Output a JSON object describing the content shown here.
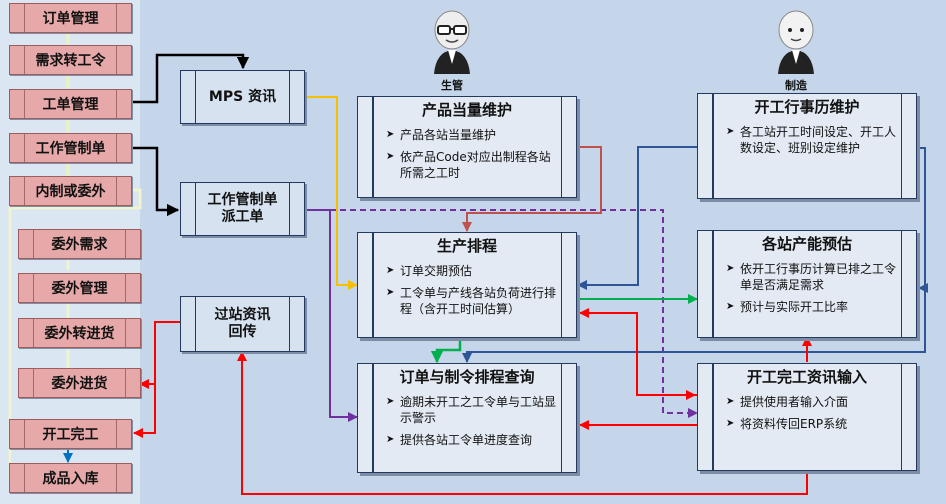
{
  "left_column": {
    "items": [
      {
        "key": "dingdan",
        "label": "订单管理"
      },
      {
        "key": "xuqiu",
        "label": "需求转工令"
      },
      {
        "key": "gongdan",
        "label": "工单管理"
      },
      {
        "key": "gongzuo",
        "label": "工作管制单"
      },
      {
        "key": "neizhi",
        "label": "内制或委外"
      },
      {
        "key": "weiwaixuqiu",
        "label": "委外需求"
      },
      {
        "key": "weiwaiguanli",
        "label": "委外管理"
      },
      {
        "key": "weiwaizhuan",
        "label": "委外转进货"
      },
      {
        "key": "weiwaijinhuo",
        "label": "委外进货"
      },
      {
        "key": "kaigong",
        "label": "开工完工"
      },
      {
        "key": "chengpin",
        "label": "成品入库"
      }
    ]
  },
  "process_boxes": {
    "mps": "MPS 资讯",
    "paigong": "工作管制单\n派工单",
    "guozhan": "过站资讯\n回传"
  },
  "roles": {
    "shengguan": "生管",
    "zhizao": "制造"
  },
  "modules": {
    "chanpin": {
      "title": "产品当量维护",
      "items": [
        "产品各站当量维护",
        "依产品Code对应出制程各站所需之工时"
      ]
    },
    "shengchan": {
      "title": "生产排程",
      "items": [
        "订单交期预估",
        "工令单与产线各站负荷进行排程（含开工时间估算）"
      ]
    },
    "dingdan": {
      "title": "订单与制令排程查询",
      "items": [
        "逾期未开工之工令单与工站显示警示",
        "提供各站工令单进度查询"
      ]
    },
    "xingshili": {
      "title": "开工行事历维护",
      "items": [
        "各工站开工时间设定、开工人数设定、班别设定维护"
      ]
    },
    "channeng": {
      "title": "各站产能预估",
      "items": [
        "依开工行事历计算已排之工令单是否满足需求",
        "预计与实际开工比率"
      ]
    },
    "shuru": {
      "title": "开工完工资讯输入",
      "items": [
        "提供使用者输入介面",
        "将资料传回ERP系统"
      ]
    }
  },
  "colors": {
    "left_bg": "#dbe6f3",
    "right_bg": "#c5d6ea",
    "process_fill": "#e6a8a8",
    "box_fill": "#d6e2ef",
    "line_black": "#000000",
    "line_yellow": "#f5c000",
    "line_purple": "#7030a0",
    "line_red": "#ff0000",
    "line_blue": "#2f5597",
    "line_green": "#00b050",
    "line_brown": "#c0504d",
    "line_darkred": "#a0302a"
  }
}
